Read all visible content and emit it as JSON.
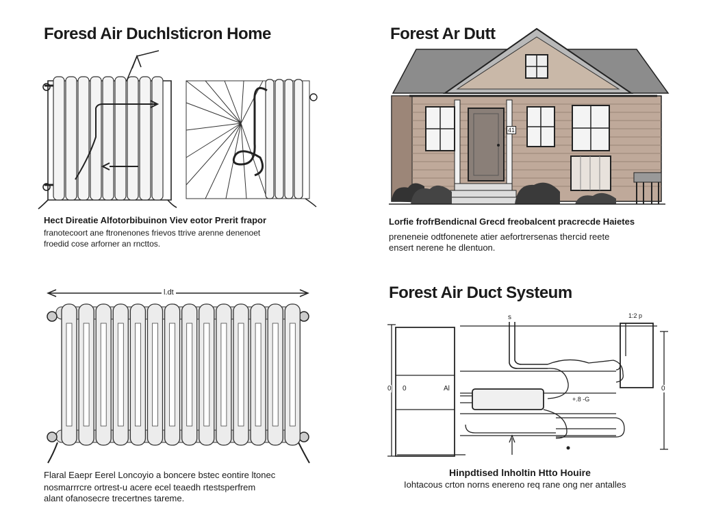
{
  "panels": [
    {
      "title": "Foresd Air Duchlsticron Home",
      "caption_lines": [
        "Hect Direatie Alfotorbibuinon Viev eotor Prerit frapor",
        "franotecoort ane ftronenones frievos ttrive arenne denenoet",
        "froedid cose arforner an rncttos."
      ]
    },
    {
      "title": "Forest Ar Dutt",
      "caption_lines": [
        "Lorfie frofrBendicnal Grecd freobalcent pracrecde Haietes",
        "preneneie odtfonenete atier aefortrersenas thercid reete",
        "ensert nerene he dlentuon."
      ],
      "house_number": "41"
    },
    {
      "title": "",
      "dimension_label": "l.dt",
      "caption_lines": [
        "Flaral Eaepr Eerel Loncoyio a boncere bstec eontire ltonec",
        "nosmarrrcre ortrest-u acere ecel teaedh rtestsperfrem",
        "alant ofanosecre trecertnes tareme."
      ]
    },
    {
      "title": "Forest Air Duct Systeum",
      "caption_lines": [
        "Hinpdtised lnholtin Htto Houire",
        "Iohtacous crton norns enereno req rane ong ner antalles"
      ],
      "dims": {
        "top": "s",
        "top_right": "1:2 p",
        "left": "0",
        "inner_left": "0",
        "inner_mid": "Al",
        "right": "0",
        "mid_note": "+.8 -G"
      }
    }
  ]
}
